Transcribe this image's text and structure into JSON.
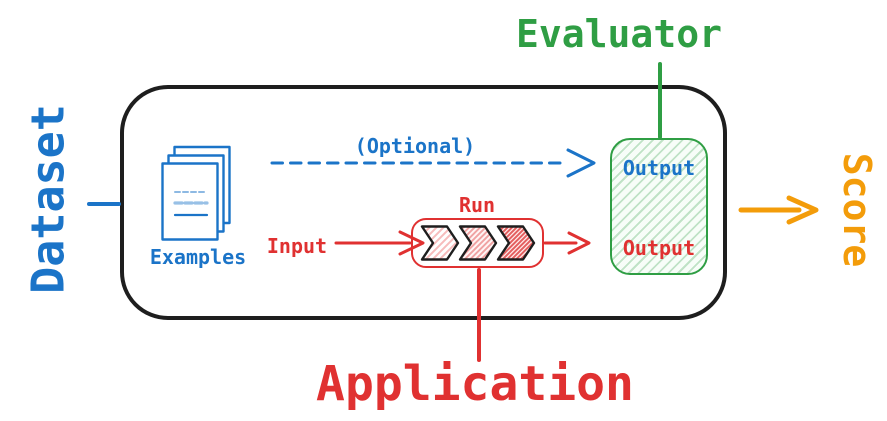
{
  "colors": {
    "blue": "#1b74c8",
    "red": "#e03131",
    "green": "#2f9e44",
    "orange": "#f39c0a",
    "ink": "#1e1e1e",
    "evaluator_fill": "#f7fdf8"
  },
  "nodes": {
    "dataset": {
      "label": "Dataset"
    },
    "examples": {
      "label": "Examples"
    },
    "run": {
      "label": "Run"
    },
    "evaluator": {
      "label": "Evaluator"
    },
    "application": {
      "label": "Application"
    },
    "score": {
      "label": "Score"
    }
  },
  "edges": {
    "optional": {
      "label": "(Optional)"
    },
    "input": {
      "label": "Input"
    },
    "reference_output": {
      "label": "Output"
    },
    "app_output": {
      "label": "Output"
    }
  },
  "icons": {
    "examples": "stacked-documents-icon",
    "run": "triple-chevron-pipeline-icon"
  }
}
